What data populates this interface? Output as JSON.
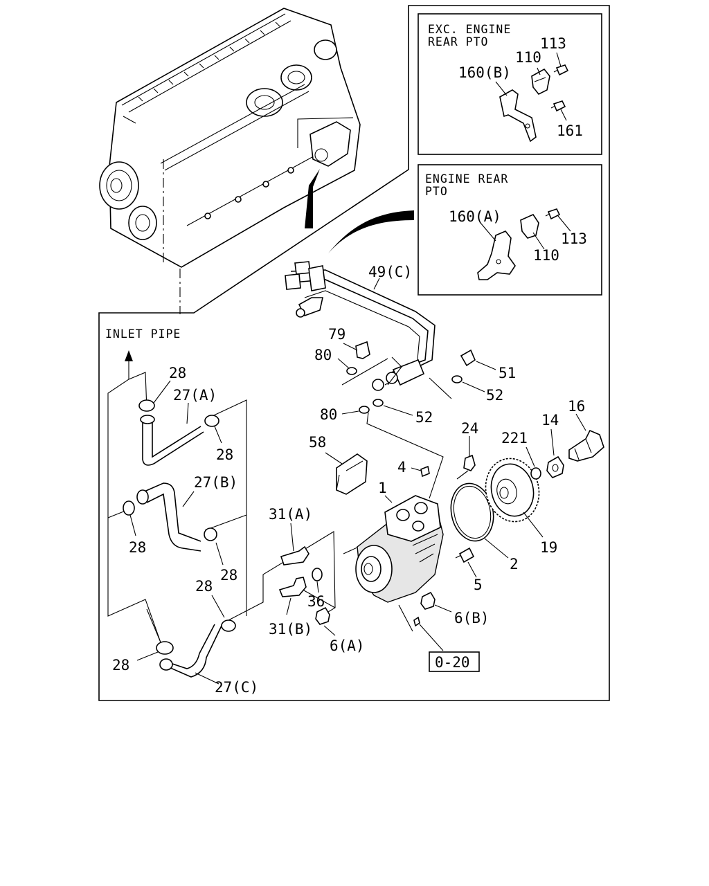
{
  "panels": {
    "top": {
      "title_line1": "EXC. ENGINE",
      "title_line2": "REAR PTO"
    },
    "middle": {
      "title_line1": "ENGINE REAR",
      "title_line2": "PTO"
    }
  },
  "inlet_label": "INLET PIPE",
  "ref_box": "0-20",
  "labels": {
    "p113_top": "113",
    "p110_top": "110",
    "p160b": "160(B)",
    "p161": "161",
    "p160a": "160(A)",
    "p113_mid": "113",
    "p110_mid": "110",
    "p49c": "49(C)",
    "p79": "79",
    "p80_a": "80",
    "p80_b": "80",
    "p51": "51",
    "p52_a": "52",
    "p52_b": "52",
    "p28_1": "28",
    "p27a": "27(A)",
    "p28_2": "28",
    "p27b": "27(B)",
    "p28_3": "28",
    "p28_4": "28",
    "p28_5": "28",
    "p28_6": "28",
    "p27c": "27(C)",
    "p58": "58",
    "p4": "4",
    "p24": "24",
    "p221": "221",
    "p14": "14",
    "p16": "16",
    "p1": "1",
    "p2": "2",
    "p19": "19",
    "p5": "5",
    "p31a": "31(A)",
    "p31b": "31(B)",
    "p36": "36",
    "p6a": "6(A)",
    "p6b": "6(B)"
  }
}
